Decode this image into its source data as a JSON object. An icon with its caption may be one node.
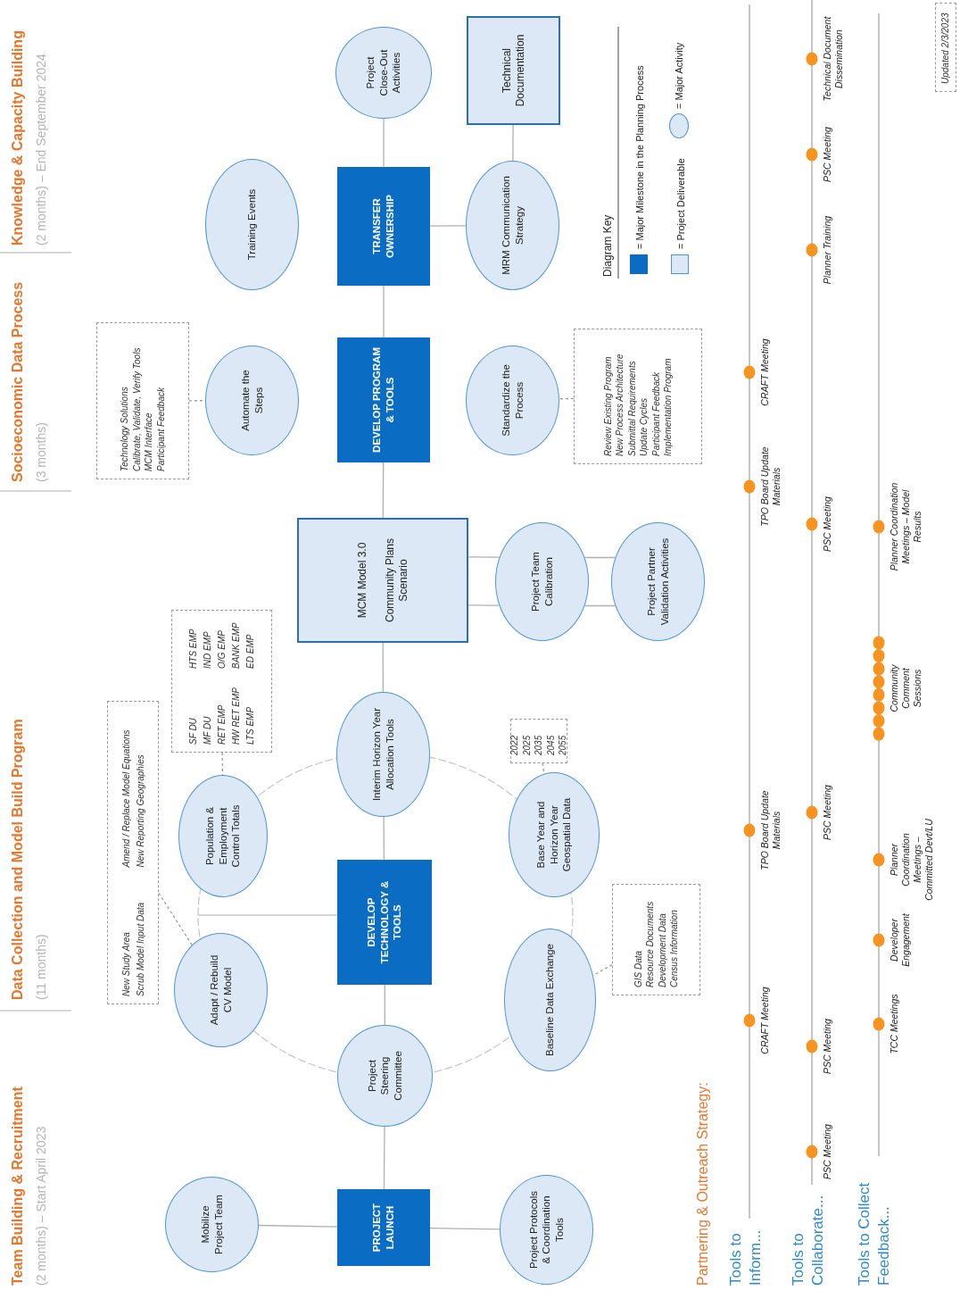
{
  "diagram": {
    "nodes": [
      {
        "text": [
          "Mobilize Project Team"
        ]
      },
      {
        "text": [
          "PROJECT LAUNCH"
        ]
      },
      {
        "text": [
          "Project Protocols & Coordination Tools"
        ]
      },
      {
        "text": [
          "Project Steering Committee"
        ]
      },
      {
        "text": [
          "Adapt / Rebuild CV Model"
        ]
      },
      {
        "text": [
          "Baseline Data Exchange"
        ]
      },
      {
        "text": [
          "DEVELOP TECHNOLOGY & TOOLS"
        ]
      },
      {
        "text": [
          "Population & Employment Control Totals"
        ]
      },
      {
        "text": [
          "Base Year and Horizon Year Geospatial Data"
        ]
      },
      {
        "text": [
          "Interim Horizon Year Allocation Tools"
        ]
      },
      {
        "text": [
          "MCM Model 3.0",
          "Community Plans Scenario"
        ]
      },
      {
        "text": [
          "Project Team Calibration"
        ]
      },
      {
        "text": [
          "Project Partner Validation Activities"
        ]
      },
      {
        "text": [
          "Automate the Steps"
        ]
      },
      {
        "text": [
          "DEVELOP PROGRAM & TOOLS"
        ]
      },
      {
        "text": [
          "Standardize the Process"
        ]
      },
      {
        "text": [
          "Training Events"
        ]
      },
      {
        "text": [
          "TRANSFER OWNERSHIP"
        ]
      },
      {
        "text": [
          "MRM Communication Strategy"
        ]
      },
      {
        "text": [
          "Project Close-Out Activities"
        ]
      },
      {
        "text": [
          "Technical Documentation"
        ]
      },
      {
        "text": [
          "New Study Area",
          "Amend / Replace Model Equations",
          "Scrub Model Input Data",
          "New Reporting Geographies"
        ]
      },
      {
        "text": [
          "SF DU",
          "HTS EMP",
          "MF DU",
          "IND EMP",
          "RET EMP",
          "O/G EMP",
          "HW RET EMP",
          "BANK EMP",
          "LTS EMP",
          "ED EMP"
        ]
      },
      {
        "text": [
          "Technology Solutions",
          "Calibrate, Validate, Verify Tools",
          "MCM Interface",
          "Participant Feedback"
        ]
      },
      {
        "text": [
          "Review Existing Program",
          "New Process Architecture",
          "Submittal Requirements",
          "Update Cycles",
          "Participant Feedback",
          "Implementation Program"
        ]
      },
      {
        "text": [
          "2022",
          "2025",
          "2035",
          "2045",
          "2055"
        ]
      },
      {
        "text": [
          "GIS Data",
          "Resource Documents",
          "Development Data",
          "Census Information"
        ]
      },
      {
        "text": [
          "Updated 2/3/2023"
        ]
      }
    ],
    "edges": [
      {
        "from": 0,
        "to": 1,
        "arrow": "none"
      },
      {
        "from": 1,
        "to": 2,
        "arrow": "none"
      },
      {
        "from": 1,
        "to": 3,
        "arrow": "none"
      },
      {
        "from": 3,
        "to": 6,
        "arrow": "none"
      },
      {
        "from": 6,
        "to": 9,
        "arrow": "none"
      },
      {
        "from": 9,
        "to": 10,
        "arrow": "none"
      },
      {
        "from": 10,
        "to": 11,
        "arrow": "none"
      },
      {
        "from": 11,
        "to": 12,
        "arrow": "none"
      },
      {
        "from": 10,
        "to": 14,
        "arrow": "none"
      },
      {
        "from": 14,
        "to": 17,
        "arrow": "none"
      },
      {
        "from": 17,
        "to": 19,
        "arrow": "none"
      },
      {
        "from": 17,
        "to": 18,
        "arrow": "none"
      },
      {
        "from": 18,
        "to": 20,
        "arrow": "none"
      },
      {
        "from": 21,
        "to": 4,
        "arrow": "none",
        "style": "dashed"
      },
      {
        "from": 22,
        "to": 7,
        "arrow": "none",
        "style": "dashed"
      },
      {
        "from": 25,
        "to": 8,
        "arrow": "none",
        "style": "dashed"
      },
      {
        "from": 26,
        "to": 5,
        "arrow": "none",
        "style": "dashed"
      },
      {
        "from": 23,
        "to": 13,
        "arrow": "none",
        "style": "dashed"
      },
      {
        "from": 24,
        "to": 15,
        "arrow": "none",
        "style": "dashed"
      }
    ],
    "labels": [
      "Team Building & Recruitment",
      "(2 months) – Start April 2023",
      "Data Collection and Model Build Program",
      "(11 months)",
      "Socioeconomic Data Process",
      "(3 months)",
      "Knowledge & Capacity Building",
      "(2 months) – End September 2024",
      "Partnering & Outreach Strategy:",
      "Tools to Inform...",
      "Tools to Collaborate...",
      "Tools to Collect Feedback...",
      "CRAFT Meeting",
      "TPO Board Update Materials",
      "TPO Board Update Materials",
      "CRAFT Meeting",
      "PSC Meeting",
      "PSC Meeting",
      "PSC Meeting",
      "PSC Meeting",
      "Planner Training",
      "PSC Meeting",
      "Technical Document Dissemination",
      "TCC Meetings",
      "Developer Engagement",
      "Planner Coordination Meetings – Committed Devt/LU",
      "Community Comment Sessions",
      "Planner Coordination Meetings – Model Results",
      "Diagram Key"
    ],
    "legend": [
      {
        "text": "= Major Milestone in the Planning Process",
        "color": "#0b6cc4"
      },
      {
        "text": "= Project Deliverable",
        "color": "#dce8f5"
      },
      {
        "text": "= Major Activity"
      }
    ]
  }
}
